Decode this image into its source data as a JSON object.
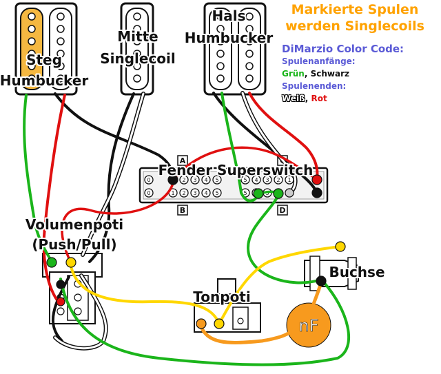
{
  "title_line1": "Markierte Spulen",
  "title_line2": "werden Singlecoils",
  "legend": {
    "heading": "DiMarzio Color Code:",
    "starts_label": "Spulenanfänge:",
    "green": "Grün",
    "black": "Schwarz",
    "ends_label": "Spulenenden:",
    "white": "Weiß",
    "red": "Rot",
    "separator": ","
  },
  "labels": {
    "steg_1": "Steg",
    "steg_2": "Humbucker",
    "mitte_1": "Mitte",
    "mitte_2": "Singlecoil",
    "hals_1": "Hals",
    "hals_2": "Humbucker",
    "switch": "Fender Superswitch",
    "volume_1": "Volumenpoti",
    "volume_2": "(Push/Pull)",
    "tone": "Tonpoti",
    "jack": "Buchse",
    "cap": "nF"
  },
  "switch_sections": {
    "a": "A",
    "b": "B",
    "c": "C",
    "d": "D"
  },
  "switch_pin_numbers": [
    "0",
    "1",
    "2",
    "3",
    "4",
    "5"
  ],
  "colors": {
    "orange": "#ffa200",
    "blue_heading": "#5a5ad6",
    "wire_green": "#1bb51b",
    "wire_red": "#e01010",
    "wire_yellow": "#ffd700",
    "wire_black": "#111111",
    "cap": "#f79a1e"
  }
}
